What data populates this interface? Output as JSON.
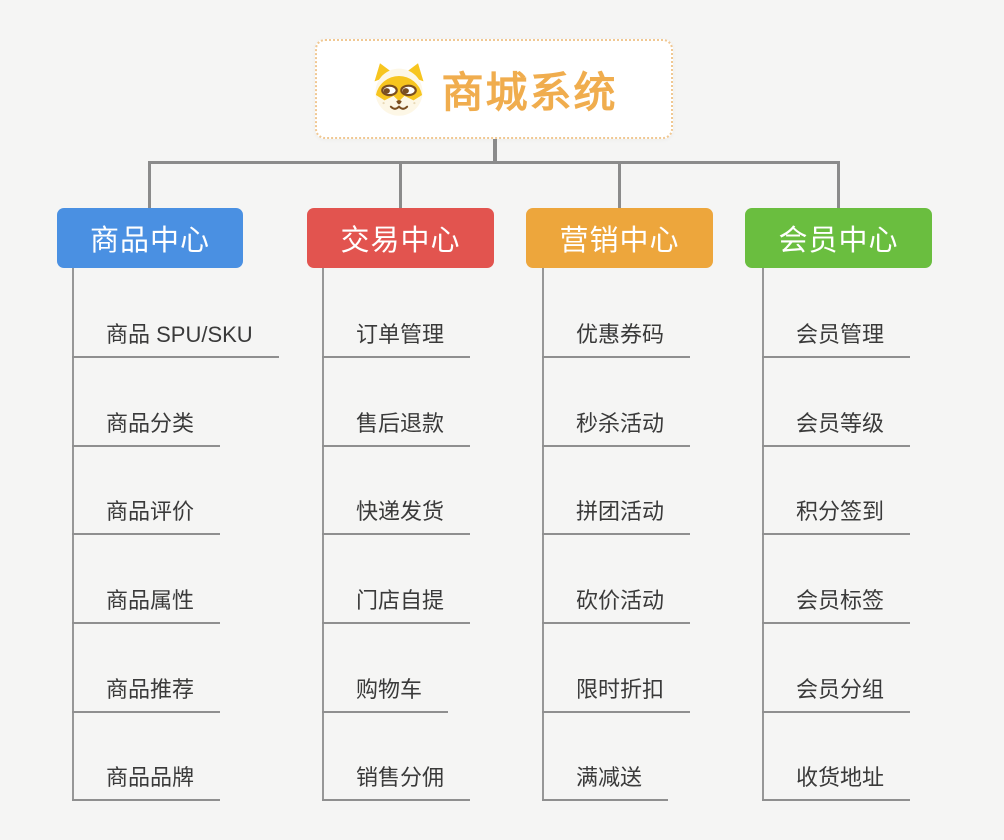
{
  "root": {
    "title": "商城系统",
    "icon": "shiba-dog-icon",
    "title_color": "#f0ad4e",
    "border_color": "#f0c893"
  },
  "connector_color": "#8b8b8b",
  "background_color": "#f5f5f4",
  "branches": [
    {
      "label": "商品中心",
      "color": "#4a90e2",
      "children": [
        "商品 SPU/SKU",
        "商品分类",
        "商品评价",
        "商品属性",
        "商品推荐",
        "商品品牌"
      ]
    },
    {
      "label": "交易中心",
      "color": "#e2544f",
      "children": [
        "订单管理",
        "售后退款",
        "快递发货",
        "门店自提",
        "购物车",
        "销售分佣"
      ]
    },
    {
      "label": "营销中心",
      "color": "#eda63c",
      "children": [
        "优惠券码",
        "秒杀活动",
        "拼团活动",
        "砍价活动",
        "限时折扣",
        "满减送"
      ]
    },
    {
      "label": "会员中心",
      "color": "#6abe3f",
      "children": [
        "会员管理",
        "会员等级",
        "积分签到",
        "会员标签",
        "会员分组",
        "收货地址"
      ]
    }
  ]
}
